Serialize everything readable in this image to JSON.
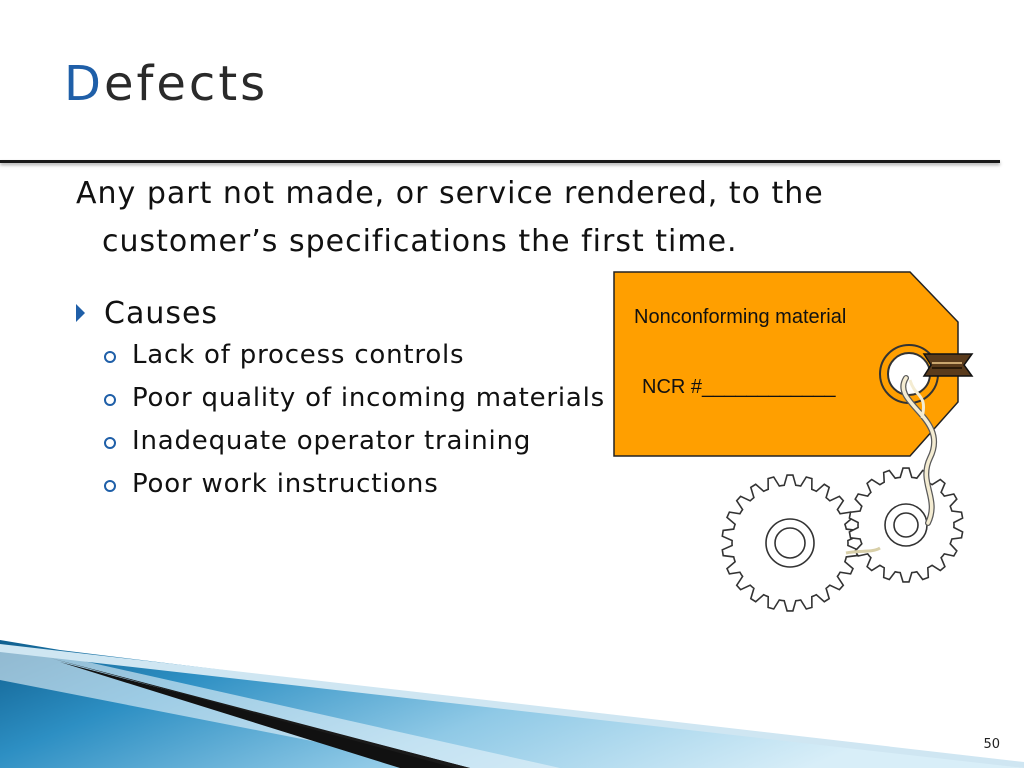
{
  "slide": {
    "title_initial": "D",
    "title_rest": "efects",
    "intro": "Any part not made, or service rendered, to the customer’s specifications the first time.",
    "causes": {
      "label": "Causes",
      "items": [
        "Lack of process controls",
        "Poor quality of incoming materials",
        "Inadequate operator training",
        "Poor work instructions"
      ]
    },
    "tag": {
      "heading": "Nonconforming material",
      "ncr": "NCR #____________"
    },
    "page_number": "50"
  },
  "colors": {
    "title_accent": "#1f5fa8",
    "tag_fill": "#ff9f00",
    "tag_stroke": "#222222",
    "band_dark": "#1a1a1a",
    "band_blue": "#2d8fc3"
  },
  "icons": [
    "triangle-bullet-icon",
    "circle-bullet-icon",
    "gear-icon",
    "tag-icon"
  ]
}
